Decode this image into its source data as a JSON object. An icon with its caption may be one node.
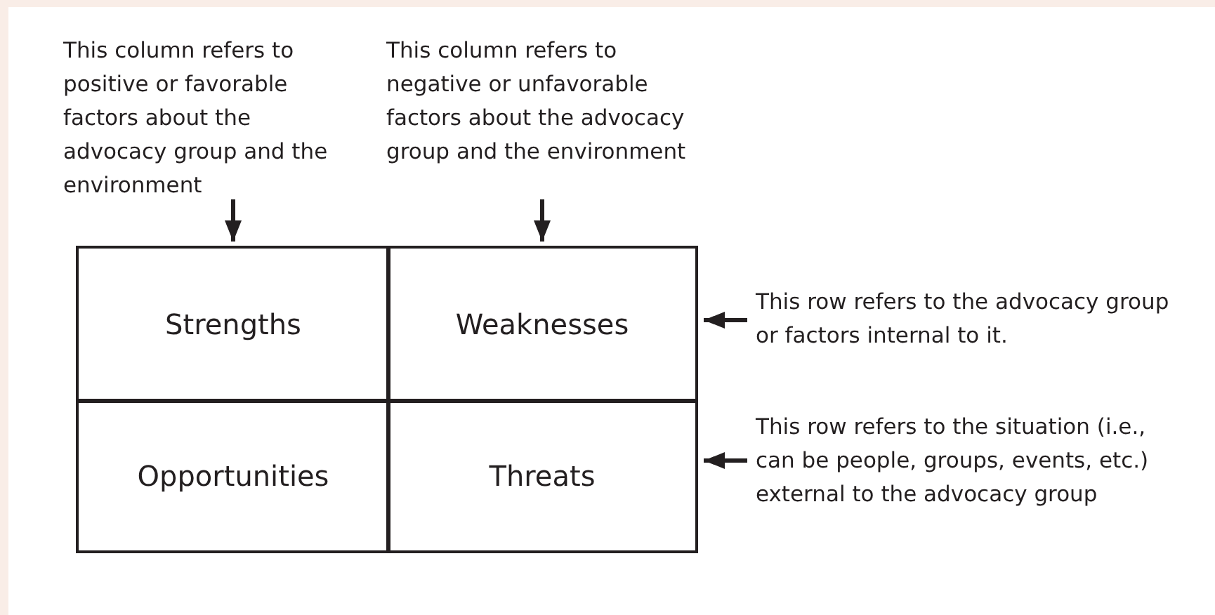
{
  "diagram": {
    "nodes": [
      {
        "text": [
          "This column refers to positive or favorable factors about the advocacy group and the environment"
        ]
      },
      {
        "text": [
          "This column refers to negative or unfavorable factors about the advocacy group and the environment"
        ]
      },
      {
        "text": [
          "Strengths"
        ]
      },
      {
        "text": [
          "Weaknesses"
        ]
      },
      {
        "text": [
          "Opportunities"
        ]
      },
      {
        "text": [
          "Threats"
        ]
      },
      {
        "text": [
          "This row refers to the advocacy group or factors internal to it."
        ]
      },
      {
        "text": [
          "This row refers to the situation (i.e., can be people, groups, events, etc.) external to the advocacy group"
        ]
      }
    ],
    "edges": [
      {
        "from": 0,
        "to": 2,
        "arrow": "to"
      },
      {
        "from": 1,
        "to": 3,
        "arrow": "to"
      },
      {
        "from": 6,
        "to": 3,
        "arrow": "to"
      },
      {
        "from": 7,
        "to": 5,
        "arrow": "to"
      }
    ]
  }
}
